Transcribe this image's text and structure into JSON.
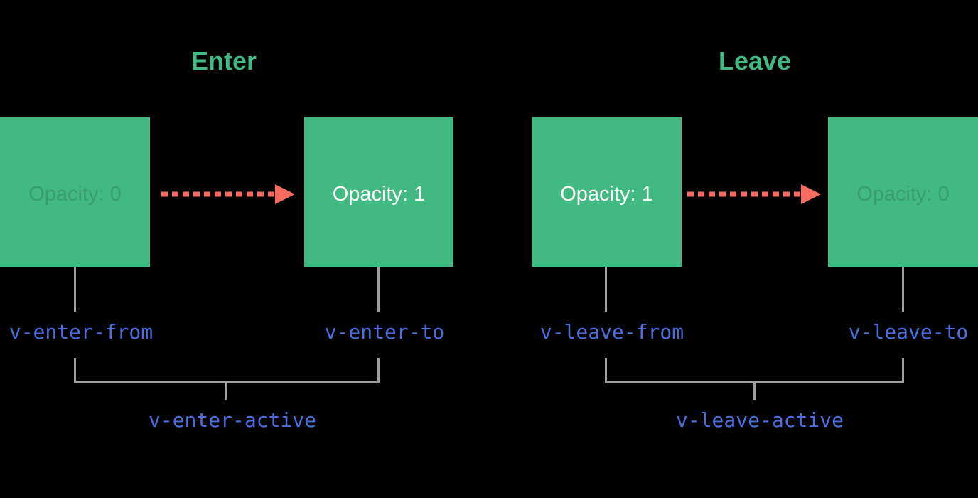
{
  "diagram": {
    "background_color": "#000000",
    "colors": {
      "box_green": "#42b883",
      "title_green": "#42b883",
      "arrow_red": "#f76c61",
      "label_blue": "#4a6de0",
      "line_gray": "#9e9e9e",
      "box_text_solid": "#ffffff",
      "box_text_faded": "rgba(0,0,0,0.15)"
    },
    "sections": [
      {
        "title": "Enter",
        "boxes": [
          {
            "label": "Opacity: 0",
            "state": "faded"
          },
          {
            "label": "Opacity: 1",
            "state": "solid"
          }
        ],
        "arrow": {
          "icon": "dashed-arrow-right-icon",
          "style": "dashed",
          "direction": "right"
        },
        "class_labels": {
          "from": "v-enter-from",
          "to": "v-enter-to",
          "active": "v-enter-active"
        }
      },
      {
        "title": "Leave",
        "boxes": [
          {
            "label": "Opacity: 1",
            "state": "solid"
          },
          {
            "label": "Opacity: 0",
            "state": "faded"
          }
        ],
        "arrow": {
          "icon": "dashed-arrow-right-icon",
          "style": "dashed",
          "direction": "right"
        },
        "class_labels": {
          "from": "v-leave-from",
          "to": "v-leave-to",
          "active": "v-leave-active"
        }
      }
    ]
  }
}
